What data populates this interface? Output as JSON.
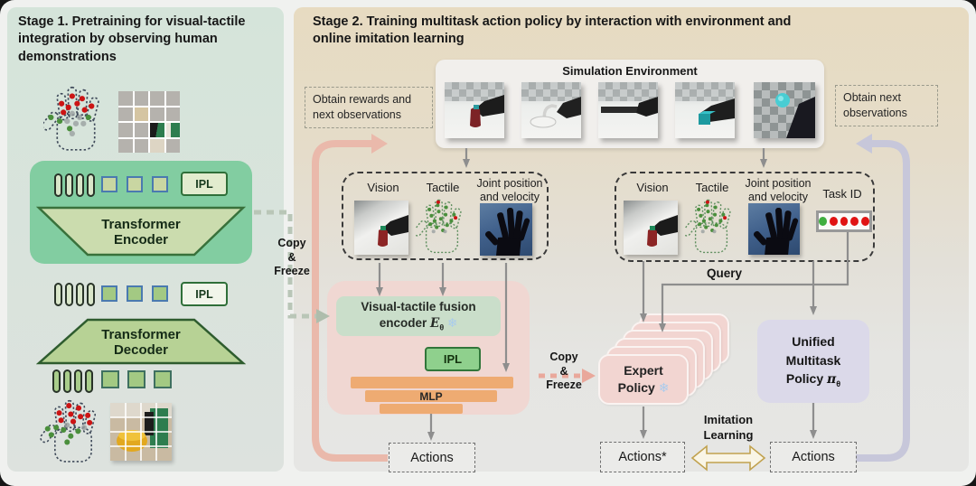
{
  "stage1": {
    "title": "Stage 1. Pretraining for visual-tactile\nintegration  by observing human\ndemonstrations",
    "encoder": "Transformer\nEncoder",
    "decoder": "Transformer\nDecoder",
    "ipl_top": "IPL",
    "ipl_mid": "IPL"
  },
  "stage2": {
    "title": "Stage 2. Training multitask action policy by interaction with environment and\nonline imitation learning",
    "sim_title": "Simulation Environment",
    "obtain_rewards": "Obtain rewards and\nnext observations",
    "obtain_next": "Obtain next\nobservations",
    "copy_freeze_1": "Copy\n&\nFreeze",
    "copy_freeze_2": "Copy\n&\nFreeze",
    "query": "Query",
    "obs_left": {
      "vision": "Vision",
      "tactile": "Tactile",
      "joint": "Joint position\nand velocity"
    },
    "obs_right": {
      "vision": "Vision",
      "tactile": "Tactile",
      "joint": "Joint position\nand velocity",
      "task_id": "Task ID"
    },
    "fusion": {
      "line1": "Visual-tactile fusion",
      "line2": "encoder ",
      "symbol": "E",
      "symbol_sub": "θ",
      "snowflake": "❄",
      "ipl": "IPL",
      "mlp": "MLP"
    },
    "expert": {
      "line1": "Expert",
      "line2": "Policy ",
      "snowflake": "❄"
    },
    "unified": {
      "line1": "Unified",
      "line2": "Multitask",
      "line3": "Policy ",
      "symbol": "π",
      "symbol_sub": "θ"
    },
    "actions_fusion": "Actions",
    "actions_expert": "Actions*",
    "actions_unified": "Actions",
    "imitation": "Imitation\nLearning"
  },
  "colors": {
    "stage1_panel": "#d7e4db",
    "stage2_top": "#e7dbc1",
    "stage2_bottom": "#e6e6e4",
    "encoder_container": "#82cda1",
    "fusion_module": "#f0d7d2",
    "fusion_encoder": "#cadeca",
    "ipl_green": "#8fd08d",
    "mlp_bar": "#eeab72",
    "expert_card": "#f2d5d1",
    "unified_box": "#dbd9e9",
    "reward_loop": "#eab9ab",
    "observation_loop": "#c7c7da",
    "task_dot_green": "#3fae3f",
    "task_dot_red": "#e01414",
    "gold_arrow": "#c1a24f"
  }
}
